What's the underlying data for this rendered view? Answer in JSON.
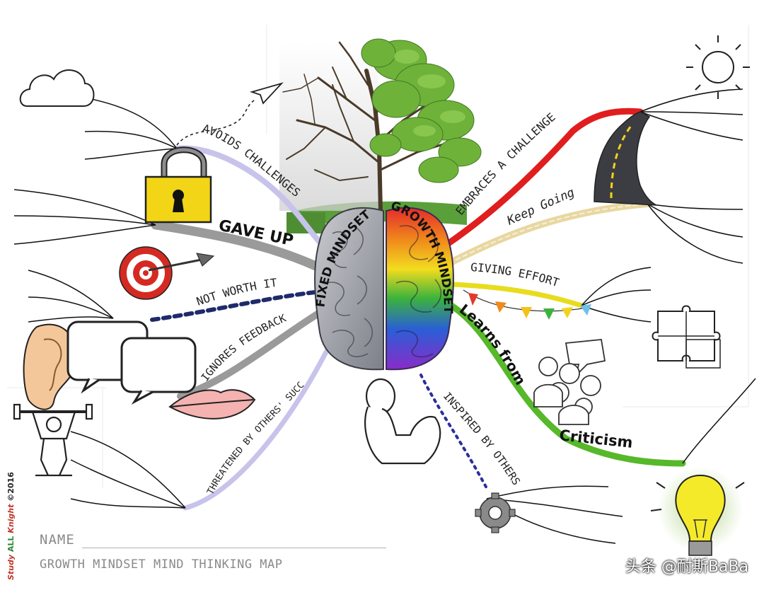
{
  "branches": {
    "avoids_challenges": "AVOIDS CHALLENGES",
    "gave_up": "GAVE UP",
    "not_worth_it": "NOT WORTH IT",
    "ignores_feedback": "IGNORES FEEDBACK",
    "threatened": "THREATENED BY OTHERS' SUCCESS",
    "embraces": "EMBRACES A CHALLENGE",
    "keep_going": "Keep Going",
    "giving_effort": "GIVING EFFORT",
    "learns": "Learns from",
    "criticism": "Criticism",
    "inspired": "INSPIRED BY OTHERS"
  },
  "brain": {
    "fixed_label": "FIXED MINDSET",
    "growth_label": "GROWTH MINDSET"
  },
  "footer": {
    "name_label": "NAME",
    "title": "GROWTH MINDSET MIND THINKING MAP"
  },
  "credit": {
    "study": "Study",
    "all": "ALL",
    "knight": "Knight",
    "year": "©2016"
  },
  "watermark": "头条 @耐斯BaBa",
  "colors": {
    "embraces": "#e01e1e",
    "giving_effort": "#e8dc1e",
    "learns": "#56b82a",
    "keep_going": "#e8d7a0",
    "avoids": "#c7c3ea",
    "gave_up": "#9a9a9a",
    "not_worth_it": "#1f2a6a",
    "inspired": "#2a2f9a"
  }
}
